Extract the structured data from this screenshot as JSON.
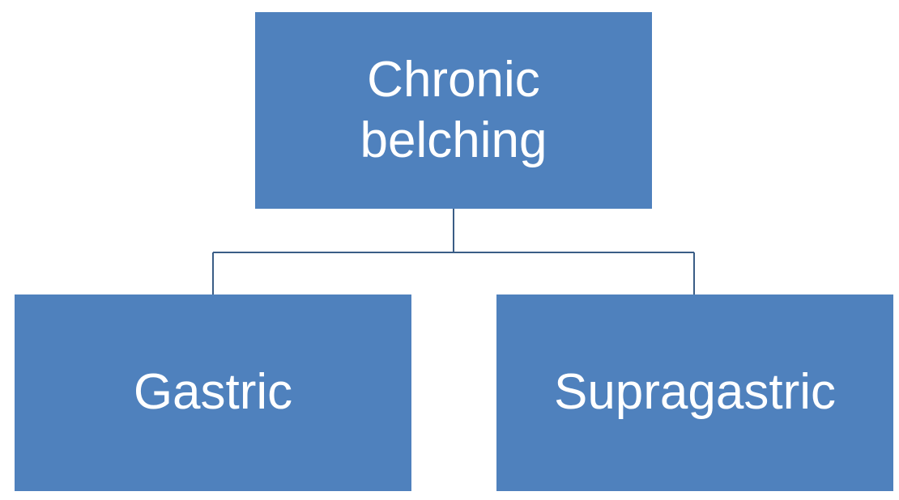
{
  "diagram": {
    "root": {
      "line1": "Chronic",
      "line2": "belching"
    },
    "children": [
      {
        "label": "Gastric"
      },
      {
        "label": "Supragastric"
      }
    ],
    "colors": {
      "node_fill": "#4f81bd",
      "node_text": "#ffffff",
      "connector": "#3a5d86"
    }
  }
}
